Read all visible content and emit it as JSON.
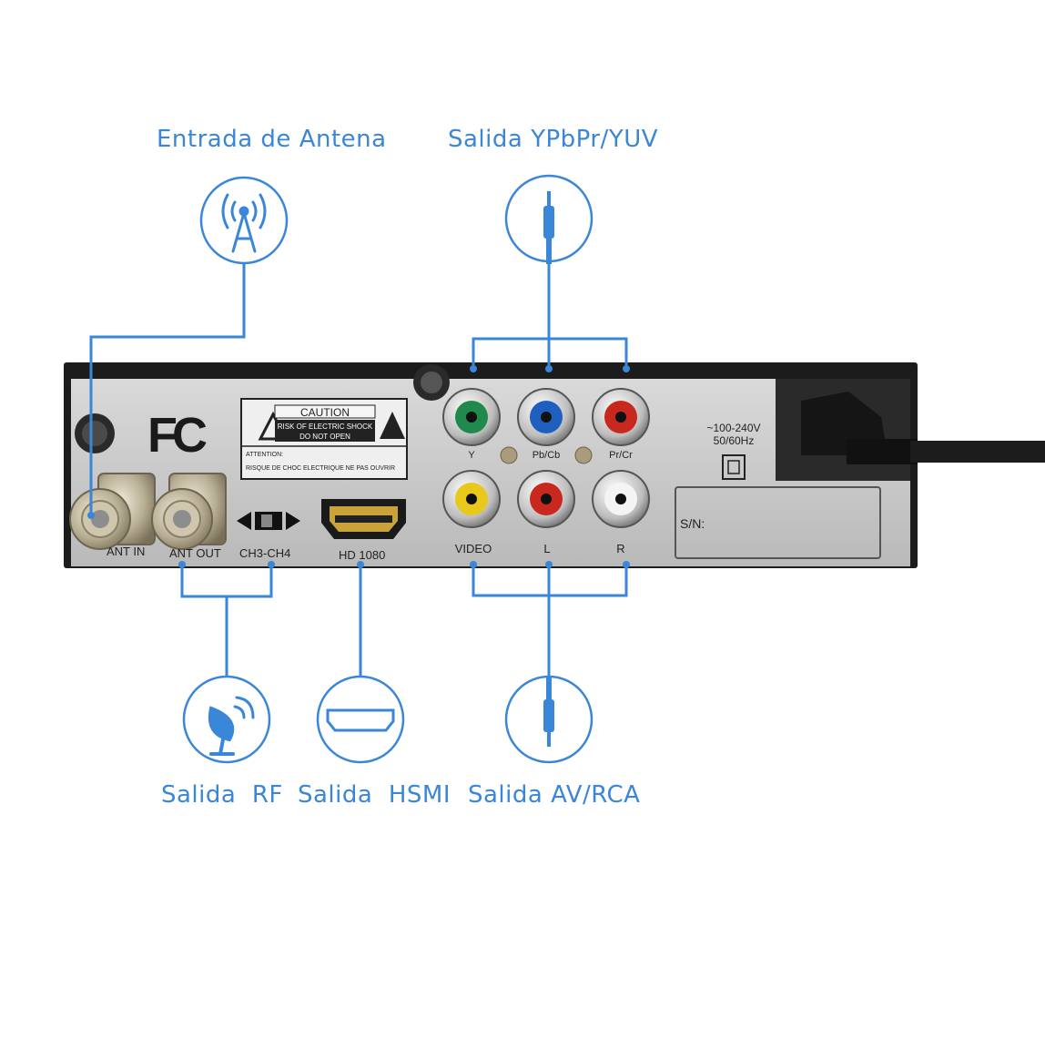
{
  "callouts": {
    "antenna_in": "Entrada de Antena",
    "ypbpr_out": "Salida YPbPr/YUV",
    "rf_out": "Salida  RF",
    "hdmi_out": "Salida  HSMI",
    "av_out": "Salida AV/RCA"
  },
  "panel": {
    "fcc_logo": "FC",
    "caution_title": "CAUTION",
    "caution_line1": "RISK OF ELECTRIC SHOCK",
    "caution_line2": "DO NOT OPEN",
    "attention_line1": "ATTENTION:",
    "attention_line2": "RISQUE DE CHOC ELECTRIQUE NE PAS OUVRIR",
    "ant_in": "ANT IN",
    "ant_out": "ANT OUT",
    "channel_switch": "CH3-CH4",
    "hdmi": "HD 1080",
    "comp_y": "Y",
    "comp_pb": "Pb/Cb",
    "comp_pr": "Pr/Cr",
    "video": "VIDEO",
    "audio_l": "L",
    "audio_r": "R",
    "power_line1": "~100-240V",
    "power_line2": "50/60Hz",
    "serial": "S/N:"
  },
  "colors": {
    "accent": "#3a86d8",
    "panel": "#c9c9c9",
    "green": "#1f8a4c",
    "blue": "#1f5fc0",
    "red": "#c8281e",
    "yellow": "#e8c81a",
    "white": "#f4f4f4"
  },
  "icons": [
    "antenna-icon",
    "jack-plug-icon",
    "satellite-dish-icon",
    "hdmi-port-icon"
  ]
}
